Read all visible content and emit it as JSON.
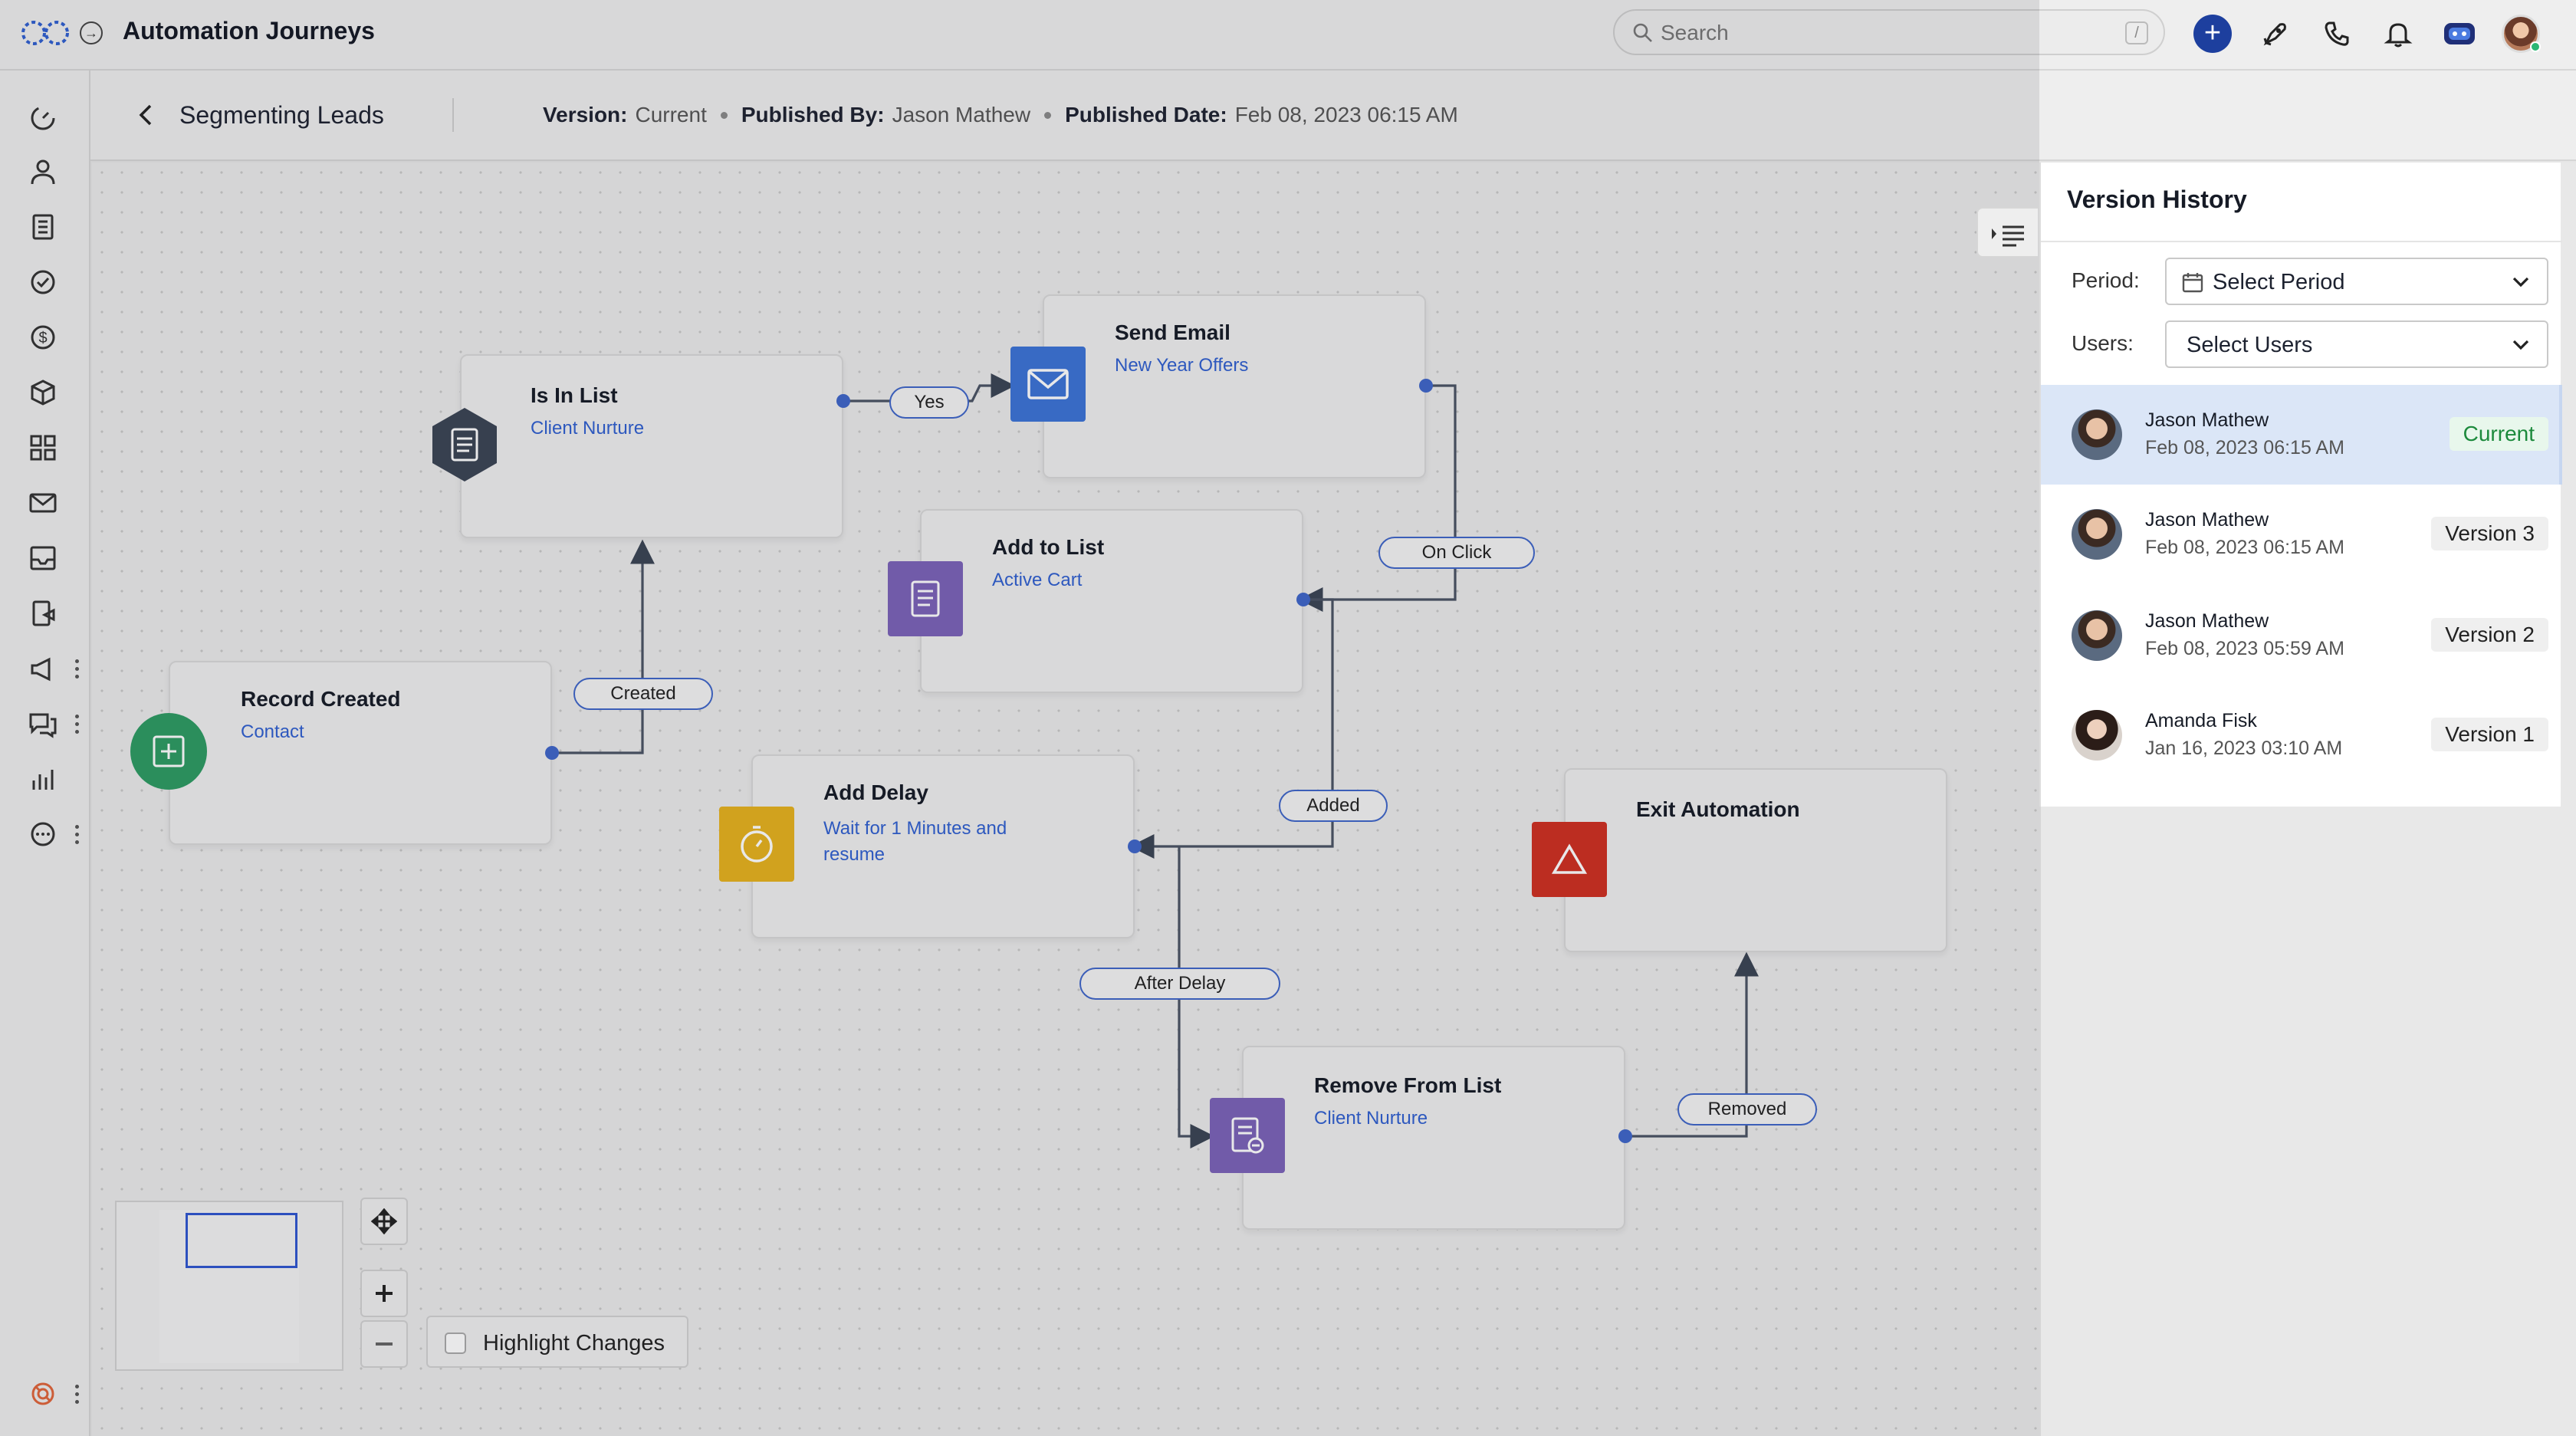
{
  "app": {
    "title": "Automation Journeys"
  },
  "search": {
    "placeholder": "Search",
    "shortcut": "/"
  },
  "journey": {
    "title": "Segmenting Leads",
    "version_label": "Version:",
    "version_value": "Current",
    "published_by_label": "Published By:",
    "published_by_value": "Jason Mathew",
    "published_date_label": "Published Date:",
    "published_date_value": "Feb 08, 2023 06:15 AM"
  },
  "nodes": {
    "is_in_list": {
      "title": "Is In List",
      "sub": "Client Nurture"
    },
    "send_email": {
      "title": "Send Email",
      "sub": "New Year Offers"
    },
    "add_to_list": {
      "title": "Add to List",
      "sub": "Active Cart"
    },
    "record_created": {
      "title": "Record Created",
      "sub": "Contact"
    },
    "add_delay": {
      "title": "Add Delay",
      "sub": "Wait for 1 Minutes and resume"
    },
    "exit_automation": {
      "title": "Exit Automation"
    },
    "remove_from_list": {
      "title": "Remove From List",
      "sub": "Client Nurture"
    }
  },
  "edge_labels": {
    "yes": "Yes",
    "on_click": "On Click",
    "created": "Created",
    "added": "Added",
    "after_delay": "After Delay",
    "removed": "Removed"
  },
  "highlight_changes": {
    "label": "Highlight Changes",
    "checked": false
  },
  "version_history": {
    "title": "Version History",
    "period_label": "Period:",
    "period_value": "Select Period",
    "users_label": "Users:",
    "users_value": "Select Users",
    "versions": [
      {
        "user": "Jason Mathew",
        "date": "Feb 08, 2023 06:15 AM",
        "badge": "Current",
        "selected": true
      },
      {
        "user": "Jason Mathew",
        "date": "Feb 08, 2023 06:15 AM",
        "badge": "Version 3"
      },
      {
        "user": "Jason Mathew",
        "date": "Feb 08, 2023 05:59 AM",
        "badge": "Version 2"
      },
      {
        "user": "Amanda Fisk",
        "date": "Jan 16, 2023 03:10 AM",
        "badge": "Version 1"
      }
    ]
  },
  "colors": {
    "accent": "#3f66c9",
    "link": "#2f5fd0",
    "email_icon": "#3b73d6",
    "list_icon": "#7b62b8",
    "record_icon": "#2d9b63",
    "delay_icon": "#e6b21e",
    "exit_icon": "#cf2f21",
    "is_in_list_icon": "#3a4454",
    "current_badge": "#1c8a3c"
  },
  "icons": {
    "sidebar": [
      "dashboard-icon",
      "contacts-icon",
      "accounts-icon",
      "tasks-icon",
      "deals-icon",
      "products-icon",
      "apps-icon",
      "email-icon",
      "inbox-icon",
      "forms-icon",
      "campaigns-icon",
      "chat-icon",
      "reports-icon",
      "more-icon",
      "help-icon"
    ]
  }
}
